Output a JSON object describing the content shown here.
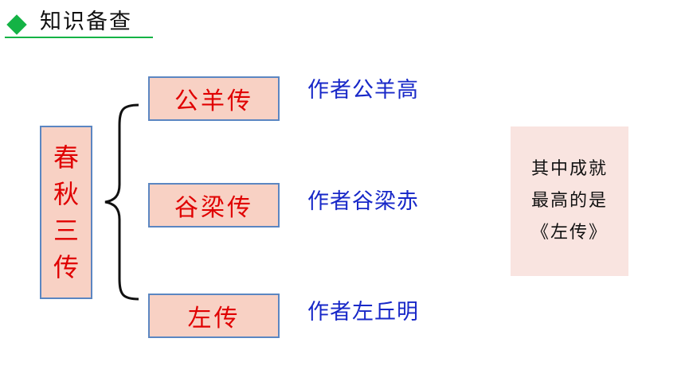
{
  "header": {
    "title": "知识备查",
    "accent_color": "#14b345"
  },
  "main_box": {
    "chars": [
      "春",
      "秋",
      "三",
      "传"
    ]
  },
  "items": [
    {
      "title": "公羊传",
      "author": "作者公羊高"
    },
    {
      "title": "谷梁传",
      "author": "作者谷梁赤"
    },
    {
      "title": "左传",
      "author": "作者左丘明"
    }
  ],
  "note": {
    "lines": [
      "其中成就",
      "最高的是",
      "《左传》"
    ]
  },
  "colors": {
    "box_fill": "#f8d1c4",
    "box_border": "#5b86c2",
    "box_text": "#e00000",
    "author_text": "#1828c8",
    "note_fill": "#f9e4e0"
  }
}
